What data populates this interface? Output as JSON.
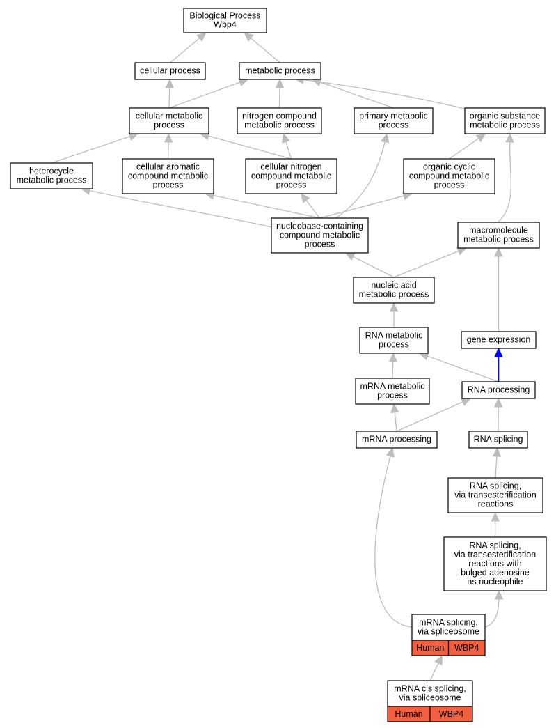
{
  "colors": {
    "edge": "#bdbdbd",
    "edge_highlight": "#0000ff",
    "annotation_fill": "#f4603f",
    "node_border": "#000000",
    "node_fill": "#ffffff"
  },
  "nodes": {
    "biological_process": [
      "Biological Process",
      "Wbp4"
    ],
    "cellular_process": [
      "cellular process"
    ],
    "metabolic_process": [
      "metabolic process"
    ],
    "cellular_metabolic_process": [
      "cellular metabolic",
      "process"
    ],
    "nitrogen_compound_metabolic_process": [
      "nitrogen compound",
      "metabolic process"
    ],
    "primary_metabolic_process": [
      "primary metabolic",
      "process"
    ],
    "organic_substance_metabolic_process": [
      "organic substance",
      "metabolic process"
    ],
    "heterocycle_metabolic_process": [
      "heterocycle",
      "metabolic process"
    ],
    "cellular_aromatic_compound_metabolic_process": [
      "cellular aromatic",
      "compound metabolic",
      "process"
    ],
    "cellular_nitrogen_compound_metabolic_process": [
      "cellular nitrogen",
      "compound metabolic",
      "process"
    ],
    "organic_cyclic_compound_metabolic_process": [
      "organic cyclic",
      "compound metabolic",
      "process"
    ],
    "nucleobase_containing_compound_metabolic_process": [
      "nucleobase-containing",
      "compound metabolic",
      "process"
    ],
    "macromolecule_metabolic_process": [
      "macromolecule",
      "metabolic process"
    ],
    "nucleic_acid_metabolic_process": [
      "nucleic acid",
      "metabolic process"
    ],
    "rna_metabolic_process": [
      "RNA metabolic",
      "process"
    ],
    "gene_expression": [
      "gene expression"
    ],
    "mrna_metabolic_process": [
      "mRNA metabolic",
      "process"
    ],
    "rna_processing": [
      "RNA processing"
    ],
    "mrna_processing": [
      "mRNA processing"
    ],
    "rna_splicing": [
      "RNA splicing"
    ],
    "rna_splicing_transesterification": [
      "RNA splicing,",
      "via transesterification",
      "reactions"
    ],
    "rna_splicing_bulged_adenosine": [
      "RNA splicing,",
      "via transesterification",
      "reactions with",
      "bulged adenosine",
      "as nucleophile"
    ],
    "mrna_splicing_spliceosome": [
      "mRNA splicing,",
      "via spliceosome"
    ],
    "mrna_cis_splicing_spliceosome": [
      "mRNA cis splicing,",
      "via spliceosome"
    ]
  },
  "annotations": {
    "mrna_splicing_spliceosome": {
      "species": "Human",
      "gene": "WBP4"
    },
    "mrna_cis_splicing_spliceosome": {
      "species": "Human",
      "gene": "WBP4"
    }
  },
  "edges": [
    {
      "from": "cellular_process",
      "to": "biological_process"
    },
    {
      "from": "metabolic_process",
      "to": "biological_process"
    },
    {
      "from": "cellular_metabolic_process",
      "to": "cellular_process"
    },
    {
      "from": "cellular_metabolic_process",
      "to": "metabolic_process"
    },
    {
      "from": "nitrogen_compound_metabolic_process",
      "to": "metabolic_process"
    },
    {
      "from": "primary_metabolic_process",
      "to": "metabolic_process"
    },
    {
      "from": "organic_substance_metabolic_process",
      "to": "metabolic_process"
    },
    {
      "from": "heterocycle_metabolic_process",
      "to": "cellular_metabolic_process"
    },
    {
      "from": "cellular_aromatic_compound_metabolic_process",
      "to": "cellular_metabolic_process"
    },
    {
      "from": "cellular_nitrogen_compound_metabolic_process",
      "to": "cellular_metabolic_process"
    },
    {
      "from": "cellular_nitrogen_compound_metabolic_process",
      "to": "nitrogen_compound_metabolic_process"
    },
    {
      "from": "organic_cyclic_compound_metabolic_process",
      "to": "organic_substance_metabolic_process"
    },
    {
      "from": "nucleobase_containing_compound_metabolic_process",
      "to": "heterocycle_metabolic_process"
    },
    {
      "from": "nucleobase_containing_compound_metabolic_process",
      "to": "cellular_aromatic_compound_metabolic_process"
    },
    {
      "from": "nucleobase_containing_compound_metabolic_process",
      "to": "cellular_nitrogen_compound_metabolic_process"
    },
    {
      "from": "nucleobase_containing_compound_metabolic_process",
      "to": "primary_metabolic_process"
    },
    {
      "from": "nucleobase_containing_compound_metabolic_process",
      "to": "organic_cyclic_compound_metabolic_process"
    },
    {
      "from": "macromolecule_metabolic_process",
      "to": "organic_substance_metabolic_process"
    },
    {
      "from": "nucleic_acid_metabolic_process",
      "to": "nucleobase_containing_compound_metabolic_process"
    },
    {
      "from": "nucleic_acid_metabolic_process",
      "to": "macromolecule_metabolic_process"
    },
    {
      "from": "rna_metabolic_process",
      "to": "nucleic_acid_metabolic_process"
    },
    {
      "from": "gene_expression",
      "to": "macromolecule_metabolic_process"
    },
    {
      "from": "mrna_metabolic_process",
      "to": "rna_metabolic_process"
    },
    {
      "from": "rna_processing",
      "to": "rna_metabolic_process"
    },
    {
      "from": "rna_processing",
      "to": "gene_expression",
      "highlight": true
    },
    {
      "from": "mrna_processing",
      "to": "mrna_metabolic_process"
    },
    {
      "from": "mrna_processing",
      "to": "rna_processing"
    },
    {
      "from": "rna_splicing",
      "to": "rna_processing"
    },
    {
      "from": "rna_splicing_transesterification",
      "to": "rna_splicing"
    },
    {
      "from": "rna_splicing_bulged_adenosine",
      "to": "rna_splicing_transesterification"
    },
    {
      "from": "mrna_splicing_spliceosome",
      "to": "mrna_processing"
    },
    {
      "from": "mrna_splicing_spliceosome",
      "to": "rna_splicing_bulged_adenosine"
    },
    {
      "from": "mrna_cis_splicing_spliceosome",
      "to": "mrna_splicing_spliceosome"
    }
  ]
}
